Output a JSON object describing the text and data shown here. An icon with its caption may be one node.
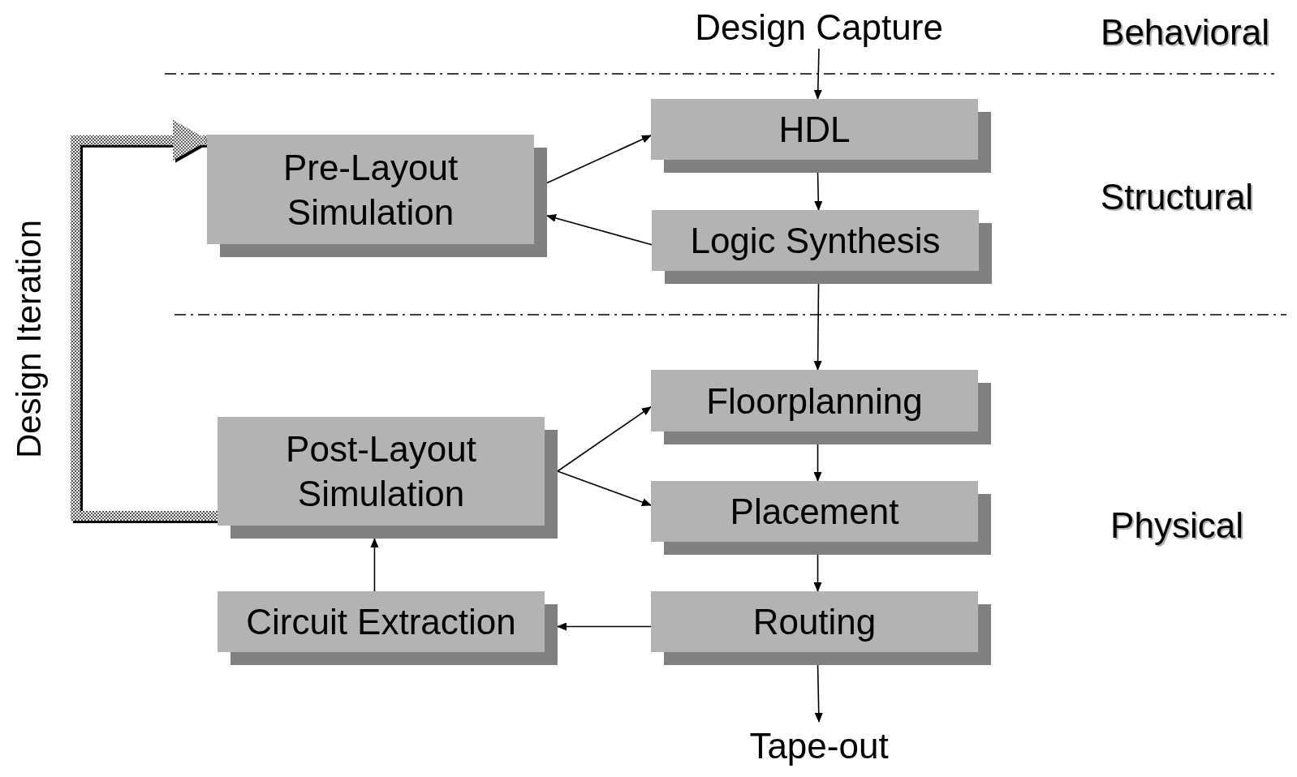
{
  "diagram": {
    "nodes": [
      {
        "text": [
          "Design Capture"
        ]
      },
      {
        "text": [
          "HDL"
        ]
      },
      {
        "text": [
          "Logic Synthesis"
        ]
      },
      {
        "text": [
          "Pre-Layout Simulation"
        ]
      },
      {
        "text": [
          "Floorplanning"
        ]
      },
      {
        "text": [
          "Placement"
        ]
      },
      {
        "text": [
          "Routing"
        ]
      },
      {
        "text": [
          "Post-Layout Simulation"
        ]
      },
      {
        "text": [
          "Circuit Extraction"
        ]
      },
      {
        "text": [
          "Tape-out"
        ]
      }
    ],
    "edges": [
      {
        "from": 0,
        "to": 1,
        "arrow": "to"
      },
      {
        "from": 1,
        "to": 2,
        "arrow": "to"
      },
      {
        "from": 3,
        "to": 1,
        "arrow": "to"
      },
      {
        "from": 2,
        "to": 3,
        "arrow": "to"
      },
      {
        "from": 2,
        "to": 4,
        "arrow": "to"
      },
      {
        "from": 4,
        "to": 5,
        "arrow": "to"
      },
      {
        "from": 5,
        "to": 6,
        "arrow": "to"
      },
      {
        "from": 7,
        "to": 4,
        "arrow": "to"
      },
      {
        "from": 7,
        "to": 5,
        "arrow": "to"
      },
      {
        "from": 6,
        "to": 8,
        "arrow": "to"
      },
      {
        "from": 8,
        "to": 7,
        "arrow": "to"
      },
      {
        "from": 6,
        "to": 9,
        "arrow": "to"
      },
      {
        "from": 7,
        "to": 3,
        "arrow": "to",
        "style": "thick",
        "label": "Design Iteration"
      }
    ],
    "labels": [
      "Behavioral",
      "Structural",
      "Physical"
    ]
  }
}
